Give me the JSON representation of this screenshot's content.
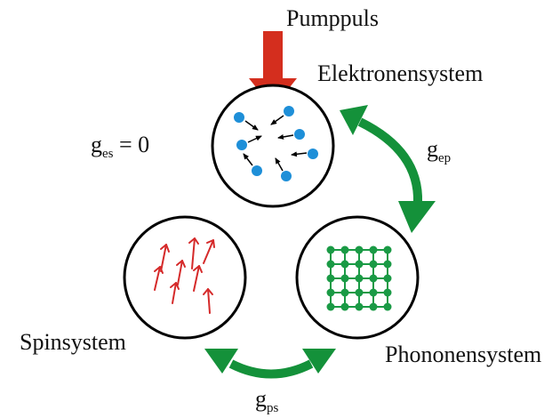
{
  "labels": {
    "pump": "Pumppuls",
    "electron": "Elektronensystem",
    "phonon": "Phononensystem",
    "spin": "Spinsystem"
  },
  "couplings": {
    "g_es_base": "g",
    "g_es_sub": "es",
    "g_es_eq": " = 0",
    "g_ep_base": "g",
    "g_ep_sub": "ep",
    "g_ps_base": "g",
    "g_ps_sub": "ps"
  },
  "colors": {
    "pump_arrow": "#d42e1e",
    "coupling_arrow": "#14913a",
    "electron_dot": "#1e8fd8",
    "phonon_lattice": "#1a9a45",
    "spin_arrow": "#d52a2a",
    "outline": "#000000"
  },
  "icons": {
    "pump": "down-arrow-icon",
    "coupling": "double-curved-arrow-icon",
    "electron": "electron-dot-icon",
    "phonon": "lattice-grid-icon",
    "spin": "spin-arrow-icon"
  }
}
